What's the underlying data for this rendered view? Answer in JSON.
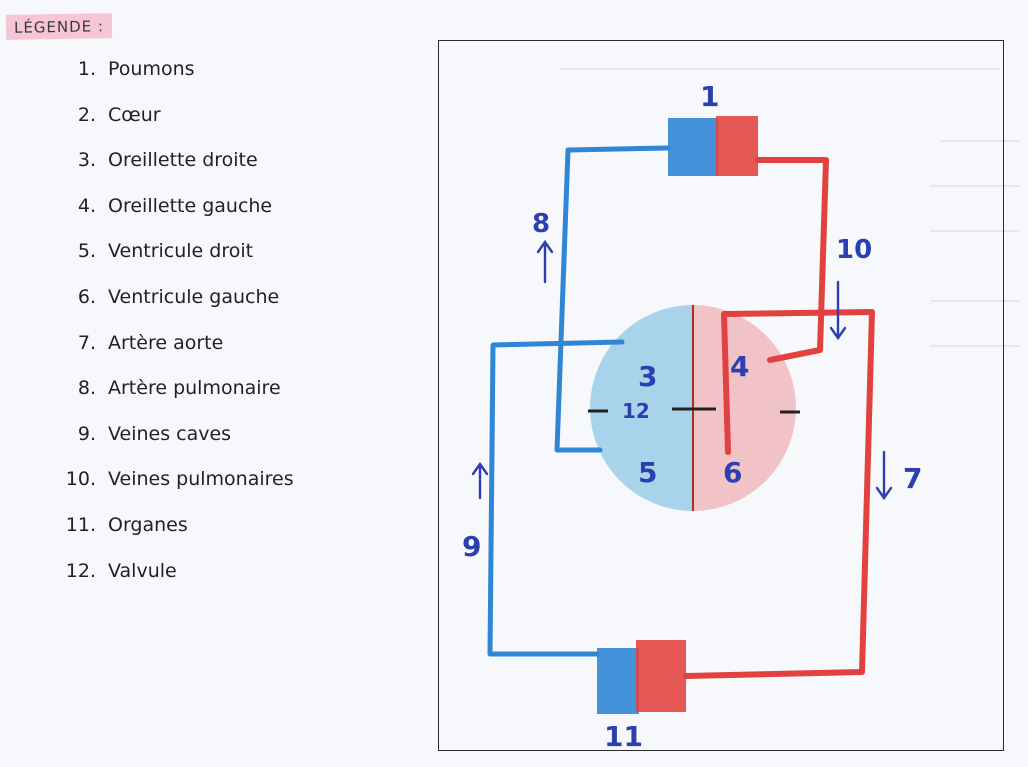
{
  "legend": {
    "title": "LÉGENDE :",
    "items": [
      {
        "num": "1.",
        "label": "Poumons"
      },
      {
        "num": "2.",
        "label": "Cœur"
      },
      {
        "num": "3.",
        "label": "Oreillette droite"
      },
      {
        "num": "4.",
        "label": "Oreillette gauche"
      },
      {
        "num": "5.",
        "label": "Ventricule droit"
      },
      {
        "num": "6.",
        "label": "Ventricule gauche"
      },
      {
        "num": "7.",
        "label": "Artère aorte"
      },
      {
        "num": "8.",
        "label": "Artère pulmonaire"
      },
      {
        "num": "9.",
        "label": "Veines caves"
      },
      {
        "num": "10.",
        "label": "Veines pulmonaires"
      },
      {
        "num": "11.",
        "label": "Organes"
      },
      {
        "num": "12.",
        "label": "Valvule"
      }
    ]
  },
  "diagram": {
    "labels": {
      "l1": "1",
      "l3": "3",
      "l4": "4",
      "l5": "5",
      "l6": "6",
      "l7": "7",
      "l8": "8",
      "l9": "9",
      "l10": "10",
      "l11": "11",
      "l12": "12"
    },
    "colors": {
      "oxygen_poor": "#2f86d6",
      "oxygen_rich": "#e2413f",
      "heart_left_fill": "#f2c3c6",
      "heart_right_fill": "#a9d3ea",
      "label_ink": "#2b3fb3"
    }
  }
}
